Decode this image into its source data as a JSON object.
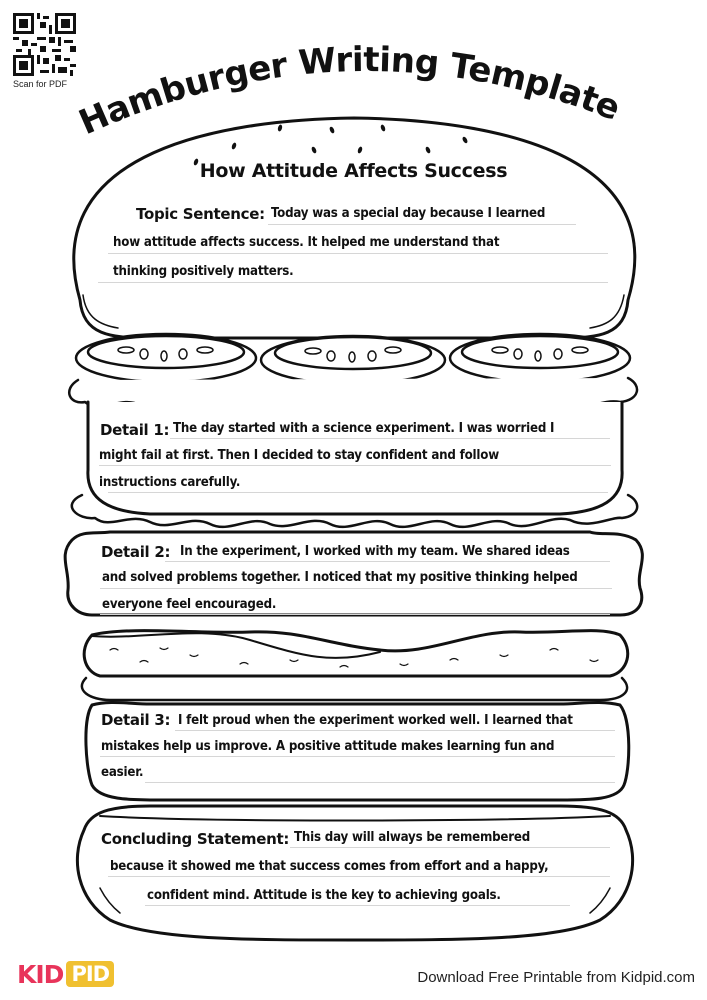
{
  "qr": {
    "label": "Scan for PDF"
  },
  "header": {
    "title": "Hamburger Writing Template"
  },
  "worksheet": {
    "subtitle": "How Attitude Affects Success",
    "topic": {
      "label": "Topic Sentence:",
      "lines": [
        "Today was a special day because I learned",
        "how attitude affects success. It helped me understand that",
        "thinking positively matters."
      ]
    },
    "detail1": {
      "label": "Detail 1:",
      "lines": [
        "The day started with a science experiment. I was worried I",
        "might fail at first. Then I decided to stay confident and follow",
        "instructions carefully."
      ]
    },
    "detail2": {
      "label": "Detail 2:",
      "lines": [
        "In the experiment, I worked with my team. We shared ideas",
        "and solved problems together. I noticed that my positive thinking helped",
        "everyone feel encouraged."
      ]
    },
    "detail3": {
      "label": "Detail 3:",
      "lines": [
        "I felt proud when the experiment worked well. I learned that",
        "mistakes help us improve. A positive attitude makes learning fun and",
        "easier."
      ]
    },
    "conclusion": {
      "label": "Concluding Statement:",
      "lines": [
        "This day will always be remembered",
        "because it showed me that success comes from effort and a happy,",
        "confident mind. Attitude is the key to achieving goals."
      ]
    }
  },
  "footer": {
    "logo_kid": "KID",
    "logo_pid": "PID",
    "logo_colors": {
      "kid": "#e8345a",
      "pid": "#f0c030"
    },
    "text": "Download Free Printable from Kidpid.com"
  }
}
